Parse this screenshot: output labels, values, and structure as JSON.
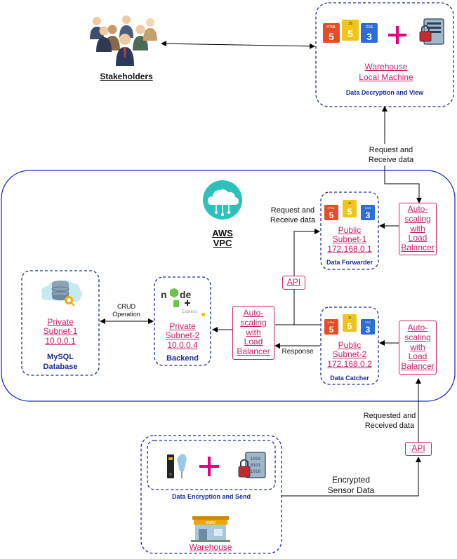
{
  "stakeholders": {
    "label": "Stakeholders"
  },
  "warehouse_local": {
    "title_line1": "Warehouse",
    "title_line2": "Local Machine",
    "caption": "Data Decryption and View",
    "icons": [
      "html5-icon",
      "js-icon",
      "css3-icon",
      "plus-icon",
      "encrypted-data-icon"
    ]
  },
  "edge_labels": {
    "request_receive_top_1": "Request and",
    "request_receive_top_2": "Receive data",
    "request_receive_vpc_1": "Request and",
    "request_receive_vpc_2": "Receive data",
    "crud_1": "CRUD",
    "crud_2": "Operation",
    "response": "Response",
    "requested_received_1": "Requested and",
    "requested_received_2": "Received data",
    "encrypted_1": "Encrypted",
    "encrypted_2": "Sensor Data"
  },
  "vpc": {
    "line1": "AWS",
    "line2": "VPC"
  },
  "public_subnet_1": {
    "l1": "Public",
    "l2": "Subnet-1",
    "l3": "172.168.0.1",
    "caption": "Data Forwarder"
  },
  "public_subnet_2": {
    "l1": "Public",
    "l2": "Subnet-2",
    "l3": "172.168.0.2",
    "caption": "Data Catcher"
  },
  "private_subnet_1": {
    "l1": "Private",
    "l2": "Subnet-1",
    "l3": "10.0.0.1",
    "caption1": "MySQL",
    "caption2": "Database"
  },
  "private_subnet_2": {
    "l1": "Private",
    "l2": "Subnet-2",
    "l3": "10.0.0.4",
    "caption": "Backend",
    "express": "Express"
  },
  "autoscale_top": {
    "l1": "Auto-",
    "l2": "scaling",
    "l3": "with",
    "l4": "Load",
    "l5": "Balancer"
  },
  "autoscale_mid": {
    "l1": "Auto-",
    "l2": "scaling",
    "l3": "with",
    "l4": "Load",
    "l5": "Balancer"
  },
  "autoscale_inner": {
    "l1": "Auto-",
    "l2": "scaling",
    "l3": "with",
    "l4": "Load",
    "l5": "Balancer"
  },
  "api_inner": {
    "label": "API"
  },
  "api_bottom": {
    "label": "API"
  },
  "warehouse": {
    "caption": "Data Encryption and Send",
    "label": "Warehouse",
    "sign": "AMAZ"
  },
  "colors": {
    "vpc_border": "#1a2fd1",
    "dashed_border": "#1a2b9a",
    "pink": "#cc1f6d",
    "html5": "#e44d26",
    "js": "#f0c419",
    "css3": "#2b6fd6",
    "teal": "#2cc2bb"
  }
}
